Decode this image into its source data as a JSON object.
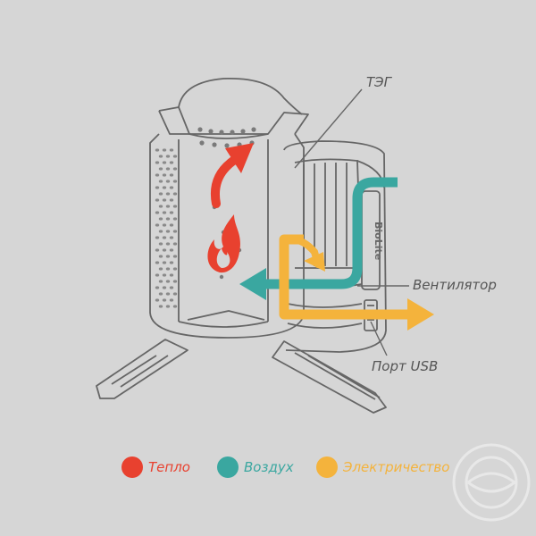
{
  "labels": {
    "teg": "ТЭГ",
    "fan": "Вентилятор",
    "usb": "Порт USB",
    "brand": "BioLite"
  },
  "legend": [
    {
      "label": "Тепло",
      "color": "#e8412f"
    },
    {
      "label": "Воздух",
      "color": "#3aa7a0"
    },
    {
      "label": "Электричество",
      "color": "#f4b33c"
    }
  ],
  "colors": {
    "heat": "#e8412f",
    "air": "#3aa7a0",
    "electricity": "#f4b33c",
    "line": "#666666",
    "label_text": "#555555"
  },
  "icons": {
    "flame": "flame-icon",
    "watermark": "stamp-watermark"
  }
}
